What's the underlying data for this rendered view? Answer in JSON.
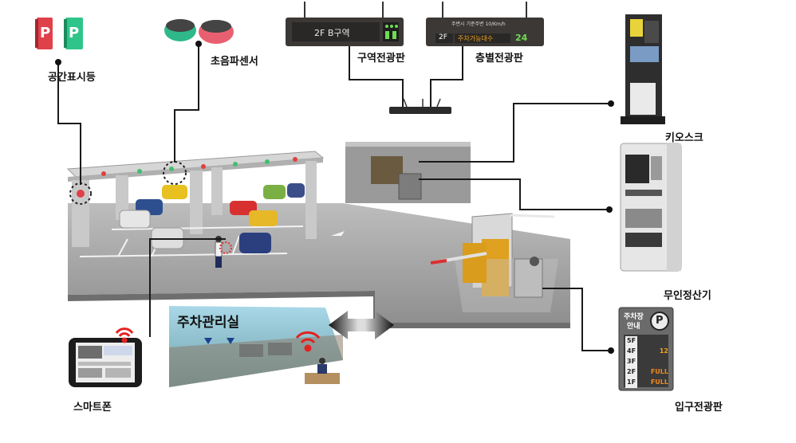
{
  "labels": {
    "space_indicator": "공간표시등",
    "ultrasonic_sensor": "초음파센서",
    "zone_board": "구역전광판",
    "floor_board": "층별전광판",
    "kiosk": "키오스크",
    "pay_station": "무인정산기",
    "entrance_board": "입구전광판",
    "smartphone": "스마트폰",
    "control_room": "주차관리실"
  },
  "space_indicator": {
    "red_letter": "P",
    "green_letter": "P"
  },
  "zone_board": {
    "text": "2F  B구역"
  },
  "floor_board": {
    "top_text": "주변시 기준주변 10/Km/h",
    "floor": "2F",
    "mid_text": "주차가능대수",
    "count": "24"
  },
  "entrance_board": {
    "title_line1": "주차장",
    "title_line2": "안내",
    "icon": "P",
    "rows": [
      {
        "floor": "5F",
        "value": ""
      },
      {
        "floor": "4F",
        "value": "12"
      },
      {
        "floor": "3F",
        "value": ""
      },
      {
        "floor": "2F",
        "value": "FULL"
      },
      {
        "floor": "1F",
        "value": "FULL"
      }
    ]
  },
  "colors": {
    "indicator_red": "#e0404a",
    "indicator_green": "#2fc48a",
    "board_dark": "#3b3836",
    "led_orange": "#f2a21a",
    "led_green": "#6fdc52",
    "full_orange": "#f08a1c",
    "wifi_red": "#e22222"
  }
}
